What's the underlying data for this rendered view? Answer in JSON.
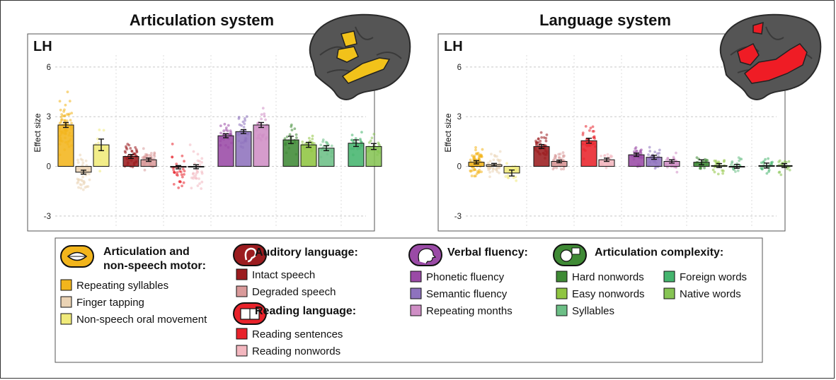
{
  "chart_data": [
    {
      "type": "bar",
      "title": "Articulation system",
      "hemisphere": "LH",
      "ylabel": "Effect size",
      "yticks": [
        -3,
        0,
        3,
        6
      ],
      "ylim": [
        -3.9,
        8.0
      ],
      "brain_color": "#f2c21a",
      "groups": [
        {
          "conditions": [
            {
              "name": "Repeating syllables",
              "value": 2.5,
              "err": 0.15,
              "color": "#f2b51c",
              "n": 70,
              "spread": 1.4
            },
            {
              "name": "Finger tapping",
              "value": -0.35,
              "err": 0.12,
              "color": "#ead3b4",
              "n": 45,
              "spread": 0.9
            },
            {
              "name": "Non-speech oral movement",
              "value": 1.3,
              "err": 0.35,
              "color": "#f0ea7a",
              "n": 15,
              "spread": 1.3
            }
          ]
        },
        {
          "conditions": [
            {
              "name": "Intact speech",
              "value": 0.6,
              "err": 0.12,
              "color": "#9b1c1f",
              "n": 45,
              "spread": 0.6
            },
            {
              "name": "Degraded speech",
              "value": 0.4,
              "err": 0.1,
              "color": "#d99a9a",
              "n": 45,
              "spread": 0.5
            }
          ]
        },
        {
          "conditions": [
            {
              "name": "Reading sentences",
              "value": -0.05,
              "err": 0.1,
              "color": "#e8232b",
              "n": 30,
              "spread": 1.1
            },
            {
              "name": "Reading nonwords",
              "value": -0.02,
              "err": 0.12,
              "color": "#f3b7bf",
              "n": 30,
              "spread": 1.2
            }
          ]
        },
        {
          "conditions": [
            {
              "name": "Phonetic fluency",
              "value": 1.85,
              "err": 0.12,
              "color": "#9a4aa6",
              "n": 30,
              "spread": 0.8
            },
            {
              "name": "Semantic fluency",
              "value": 2.1,
              "err": 0.12,
              "color": "#8e72bd",
              "n": 30,
              "spread": 0.8
            },
            {
              "name": "Repeating months",
              "value": 2.5,
              "err": 0.15,
              "color": "#cf8ec5",
              "n": 30,
              "spread": 0.9
            }
          ]
        },
        {
          "conditions": [
            {
              "name": "Hard nonwords",
              "value": 1.6,
              "err": 0.22,
              "color": "#3f8a35",
              "n": 20,
              "spread": 0.8
            },
            {
              "name": "Easy nonwords",
              "value": 1.3,
              "err": 0.15,
              "color": "#8fc541",
              "n": 20,
              "spread": 0.6
            },
            {
              "name": "Syllables",
              "value": 1.1,
              "err": 0.15,
              "color": "#6cbf86",
              "n": 20,
              "spread": 0.6
            }
          ]
        },
        {
          "conditions": [
            {
              "name": "Foreign words",
              "value": 1.4,
              "err": 0.2,
              "color": "#45b56e",
              "n": 20,
              "spread": 0.7
            },
            {
              "name": "Native words",
              "value": 1.2,
              "err": 0.18,
              "color": "#86c454",
              "n": 20,
              "spread": 0.6
            }
          ]
        }
      ]
    },
    {
      "type": "bar",
      "title": "Language system",
      "hemisphere": "LH",
      "ylabel": "Effect size",
      "yticks": [
        -3,
        0,
        3,
        6
      ],
      "ylim": [
        -3.9,
        8.0
      ],
      "brain_color": "#ef1c25",
      "groups": [
        {
          "conditions": [
            {
              "name": "Repeating syllables",
              "value": 0.25,
              "err": 0.1,
              "color": "#f2b51c",
              "n": 70,
              "spread": 0.7
            },
            {
              "name": "Finger tapping",
              "value": 0.1,
              "err": 0.08,
              "color": "#ead3b4",
              "n": 45,
              "spread": 0.6
            },
            {
              "name": "Non-speech oral movement",
              "value": -0.4,
              "err": 0.18,
              "color": "#f0ea7a",
              "n": 15,
              "spread": 0.5
            }
          ]
        },
        {
          "conditions": [
            {
              "name": "Intact speech",
              "value": 1.2,
              "err": 0.12,
              "color": "#9b1c1f",
              "n": 45,
              "spread": 0.6
            },
            {
              "name": "Degraded speech",
              "value": 0.3,
              "err": 0.08,
              "color": "#d99a9a",
              "n": 45,
              "spread": 0.4
            }
          ]
        },
        {
          "conditions": [
            {
              "name": "Reading sentences",
              "value": 1.55,
              "err": 0.15,
              "color": "#e8232b",
              "n": 30,
              "spread": 0.8
            },
            {
              "name": "Reading nonwords",
              "value": 0.4,
              "err": 0.1,
              "color": "#f3b7bf",
              "n": 30,
              "spread": 0.4
            }
          ]
        },
        {
          "conditions": [
            {
              "name": "Phonetic fluency",
              "value": 0.7,
              "err": 0.1,
              "color": "#9a4aa6",
              "n": 30,
              "spread": 0.5
            },
            {
              "name": "Semantic fluency",
              "value": 0.55,
              "err": 0.12,
              "color": "#8e72bd",
              "n": 30,
              "spread": 0.5
            },
            {
              "name": "Repeating months",
              "value": 0.3,
              "err": 0.1,
              "color": "#cf8ec5",
              "n": 30,
              "spread": 0.5
            }
          ]
        },
        {
          "conditions": [
            {
              "name": "Hard nonwords",
              "value": 0.25,
              "err": 0.15,
              "color": "#3f8a35",
              "n": 20,
              "spread": 0.5
            },
            {
              "name": "Easy nonwords",
              "value": 0.05,
              "err": 0.12,
              "color": "#8fc541",
              "n": 20,
              "spread": 0.4
            },
            {
              "name": "Syllables",
              "value": 0.0,
              "err": 0.12,
              "color": "#6cbf86",
              "n": 20,
              "spread": 0.4
            }
          ]
        },
        {
          "conditions": [
            {
              "name": "Foreign words",
              "value": 0.05,
              "err": 0.15,
              "color": "#45b56e",
              "n": 20,
              "spread": 0.5
            },
            {
              "name": "Native words",
              "value": 0.05,
              "err": 0.12,
              "color": "#86c454",
              "n": 20,
              "spread": 0.5
            }
          ]
        }
      ]
    }
  ],
  "legend": {
    "categories": [
      {
        "heading_lines": [
          "Articulation and",
          "non-speech motor:"
        ],
        "icon": "mouth-icon",
        "icon_color": "#f2b51c",
        "columns": [
          [
            {
              "label": "Repeating syllables",
              "color": "#f2b51c"
            },
            {
              "label": "Finger tapping",
              "color": "#ead3b4"
            },
            {
              "label": "Non-speech oral movement",
              "color": "#f0ea7a"
            }
          ]
        ]
      },
      {
        "heading_lines": [
          "Auditory language:"
        ],
        "icon": "ear-icon",
        "icon_color": "#9b1c1f",
        "columns": [
          [
            {
              "label": "Intact speech",
              "color": "#9b1c1f"
            },
            {
              "label": "Degraded speech",
              "color": "#d99a9a"
            }
          ]
        ]
      },
      {
        "heading_lines": [
          "Reading language:"
        ],
        "icon": "book-icon",
        "icon_color": "#e8232b",
        "columns": [
          [
            {
              "label": "Reading sentences",
              "color": "#e8232b"
            },
            {
              "label": "Reading nonwords",
              "color": "#f3b7bf"
            }
          ]
        ]
      },
      {
        "heading_lines": [
          "Verbal fluency:"
        ],
        "icon": "head-speaking-icon",
        "icon_color": "#9a4aa6",
        "columns": [
          [
            {
              "label": "Phonetic fluency",
              "color": "#9a4aa6"
            },
            {
              "label": "Semantic fluency",
              "color": "#8e72bd"
            },
            {
              "label": "Repeating months",
              "color": "#cf8ec5"
            }
          ]
        ]
      },
      {
        "heading_lines": [
          "Articulation complexity:"
        ],
        "icon": "speech-bubble-icon",
        "icon_color": "#3f8a35",
        "columns": [
          [
            {
              "label": "Hard nonwords",
              "color": "#3f8a35"
            },
            {
              "label": "Easy nonwords",
              "color": "#8fc541"
            },
            {
              "label": "Syllables",
              "color": "#6cbf86"
            }
          ],
          [
            {
              "label": "Foreign words",
              "color": "#45b56e"
            },
            {
              "label": "Native words",
              "color": "#86c454"
            }
          ]
        ]
      }
    ]
  }
}
